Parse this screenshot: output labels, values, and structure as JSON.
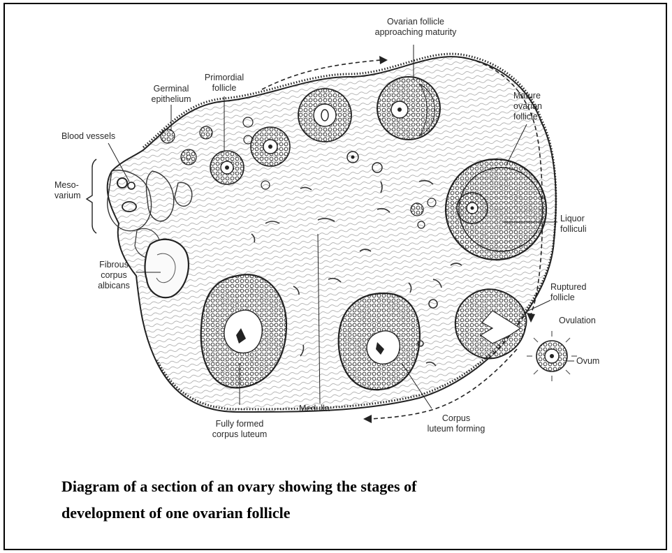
{
  "labels": {
    "ovarian_follicle_approaching_maturity": [
      "Ovarian follicle",
      "approaching maturity"
    ],
    "primordial_follicle": [
      "Primordial",
      "follicle"
    ],
    "germinal_epithelium": [
      "Germinal",
      "epithelium"
    ],
    "blood_vessels": [
      "Blood vessels"
    ],
    "mesovarium": [
      "Meso-",
      "varium"
    ],
    "mature_ovarian_follicle": [
      "Mature",
      "ovarian",
      "follicle"
    ],
    "liquor_folliculi": [
      "Liquor",
      "folliculi"
    ],
    "fibrous_corpus_albicans": [
      "Fibrous",
      "corpus",
      "albicans"
    ],
    "ruptured_follicle": [
      "Ruptured",
      "follicle"
    ],
    "ovulation": [
      "Ovulation"
    ],
    "ovum": [
      "Ovum"
    ],
    "medulla": [
      "Medulla"
    ],
    "fully_formed_corpus_luteum": [
      "Fully formed",
      "corpus luteum"
    ],
    "corpus_luteum_forming": [
      "Corpus",
      "luteum forming"
    ]
  },
  "caption": {
    "line1": "Diagram of a section of an ovary showing the stages of",
    "line2": "development of one ovarian follicle"
  }
}
